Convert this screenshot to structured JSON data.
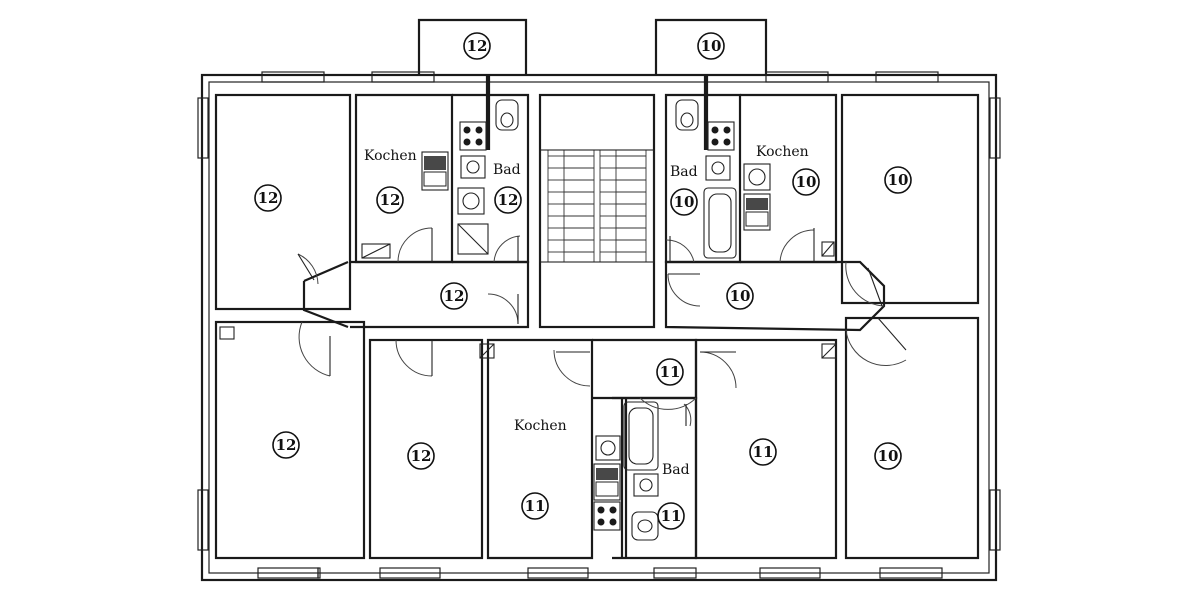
{
  "labels": {
    "kochen": "Kochen",
    "bad": "Bad"
  },
  "rooms": {
    "balcony_left": "12",
    "balcony_right": "10",
    "top_left_room": "12",
    "top_kitchen_left": "12",
    "top_bath_left": "12",
    "hall_left": "12",
    "top_bath_right": "10",
    "top_kitchen_right": "10",
    "top_right_room": "10",
    "hall_right": "10",
    "bottom_left_room": "12",
    "bottom_room_2": "12",
    "bottom_kitchen": "11",
    "bottom_hall": "11",
    "bottom_bath": "11",
    "bottom_room_4": "11",
    "bottom_right_room": "10"
  }
}
